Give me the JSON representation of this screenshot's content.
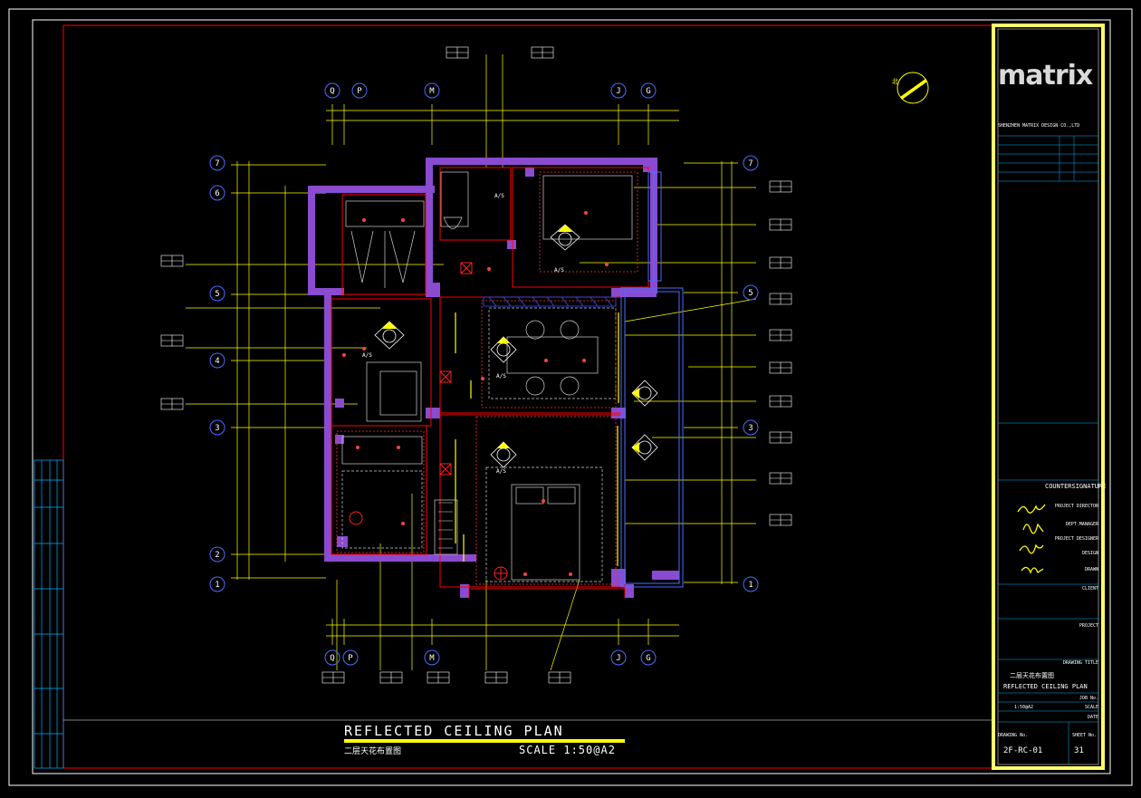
{
  "brand": "matrix",
  "drawing_title": "REFLECTED CEILING PLAN",
  "drawing_title_cn": "二层天花布置图",
  "scale": "SCALE 1:50@A2",
  "title_block": {
    "company_en": "SHENZHEN MATRIX DESIGN CO.,LTD",
    "countersignature": "COUNTERSIGNATURE",
    "roles": [
      "PROJECT DIRECTOR",
      "DEPT.MANAGER",
      "PROJECT DESIGNER",
      "DESIGN",
      "DRAWN"
    ],
    "client_label": "CLIENT",
    "project_label": "PROJECT",
    "drawing_title_label": "DRAWING TITLE",
    "title_cn": "二层天花布置图",
    "title_en": "REFLECTED CEILING PLAN",
    "job_no_label": "JOB No.",
    "scale_label": "SCALE",
    "scale_value": "1:50@A2",
    "date_label": "DATE",
    "drawing_no_label": "DRAWING No.",
    "sheet_no_label": "SHEET No.",
    "drawing_no": "2F-RC-01",
    "sheet_no": "31"
  },
  "grid_top": [
    "Q",
    "P",
    "M",
    "J",
    "G"
  ],
  "grid_bottom": [
    "Q",
    "P",
    "M",
    "J",
    "G"
  ],
  "grid_left": [
    "7",
    "6",
    "5",
    "4",
    "3",
    "2",
    "1"
  ],
  "grid_right": [
    "7",
    "5",
    "3",
    "1"
  ],
  "section_marks": [
    "A/S",
    "A/S",
    "A/S",
    "A/S",
    "A/S"
  ],
  "colors": {
    "background": "#000000",
    "frame": "#ffffff",
    "wall": "#ff00ff",
    "structure": "#ff0000",
    "dimension": "#ffff00",
    "grid": "#4a6cff",
    "fixture": "#00ffff",
    "title_block_border": "#ffff66"
  }
}
